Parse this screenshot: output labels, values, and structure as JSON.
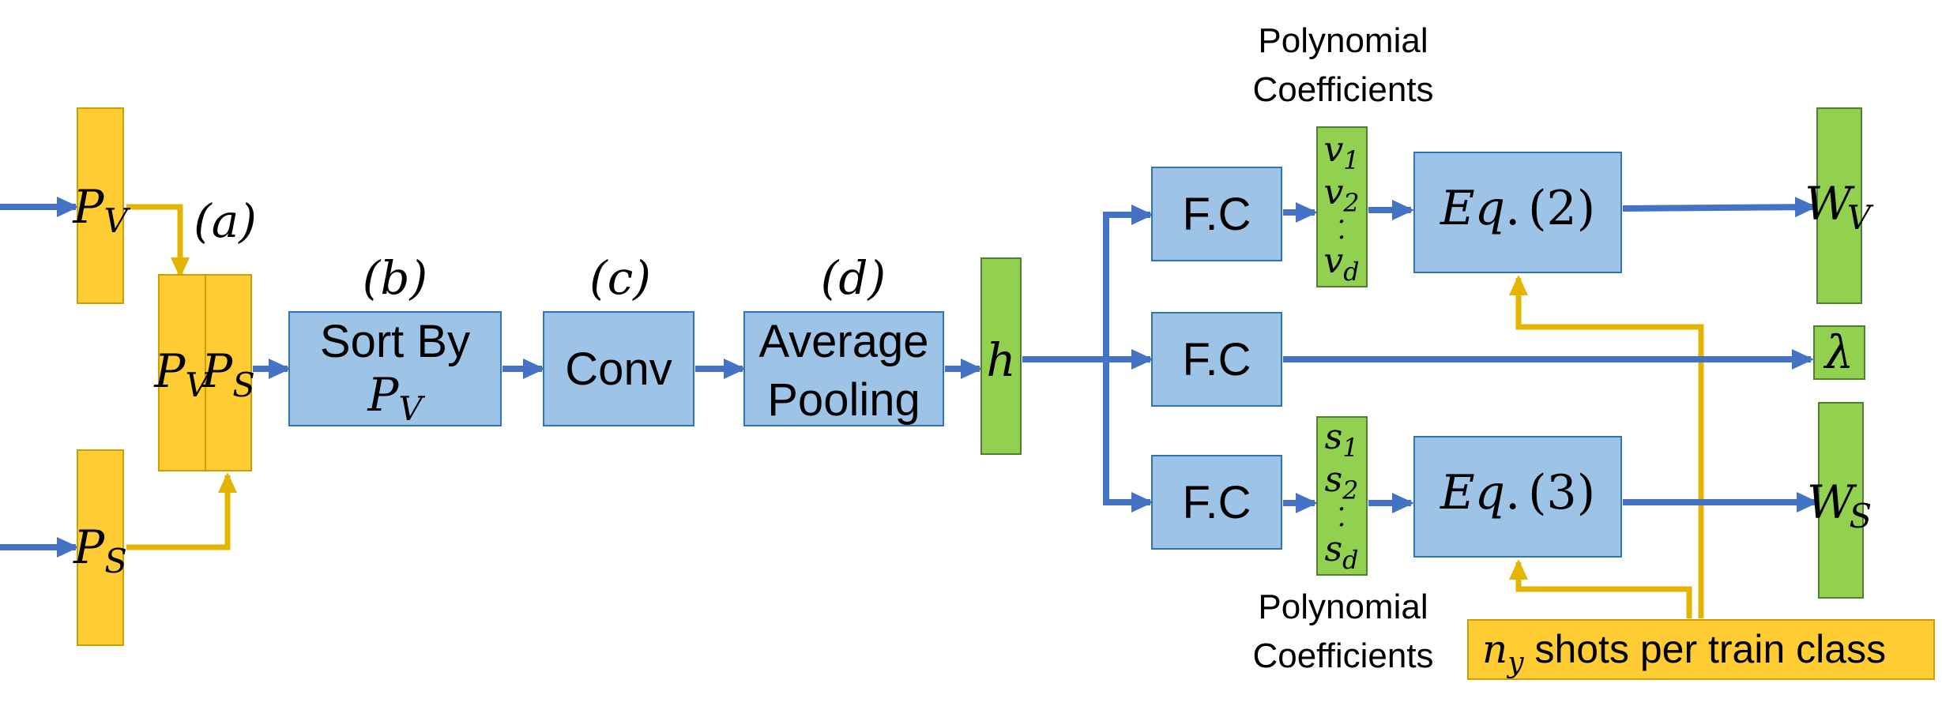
{
  "inputs": {
    "pv": {
      "main": "P",
      "sub": "V"
    },
    "ps": {
      "main": "P",
      "sub": "S"
    }
  },
  "concat": {
    "left": {
      "main": "P",
      "sub": "V"
    },
    "right": {
      "main": "P",
      "sub": "S"
    }
  },
  "step_labels": {
    "a": "(a)",
    "b": "(b)",
    "c": "(c)",
    "d": "(d)"
  },
  "blocks": {
    "sort": {
      "line1": "Sort By",
      "math_main": "P",
      "math_sub": "V"
    },
    "conv": "Conv",
    "pool": {
      "line1": "Average",
      "line2": "Pooling"
    }
  },
  "hidden": "h",
  "fc_label": "F.C",
  "coeffs_v": {
    "items": [
      {
        "main": "v",
        "sub": "1"
      },
      {
        "main": "v",
        "sub": "2"
      },
      {
        "main": "v",
        "sub": "d"
      }
    ],
    "dots": "·"
  },
  "coeffs_s": {
    "items": [
      {
        "main": "s",
        "sub": "1"
      },
      {
        "main": "s",
        "sub": "2"
      },
      {
        "main": "s",
        "sub": "d"
      }
    ],
    "dots": "·"
  },
  "coeff_caption": {
    "line1": "Polynomial",
    "line2": "Coefficients"
  },
  "equations": {
    "eq2": {
      "italic": "Eq",
      "rest": ".",
      "num": "(2)"
    },
    "eq3": {
      "italic": "Eq",
      "rest": ".",
      "num": "(3)"
    }
  },
  "outputs": {
    "wv": {
      "main": "W",
      "sub": "V"
    },
    "lambda": "λ",
    "ws": {
      "main": "W",
      "sub": "S"
    }
  },
  "shots_box": {
    "math_main": "n",
    "math_sub": "y",
    "text": " shots per train class"
  },
  "colors": {
    "blue_fill": "#9dc3e6",
    "yellow_fill": "#ffcc33",
    "green_fill": "#92d050",
    "arrow_blue": "#4472c4",
    "arrow_yellow": "#e3b400"
  }
}
